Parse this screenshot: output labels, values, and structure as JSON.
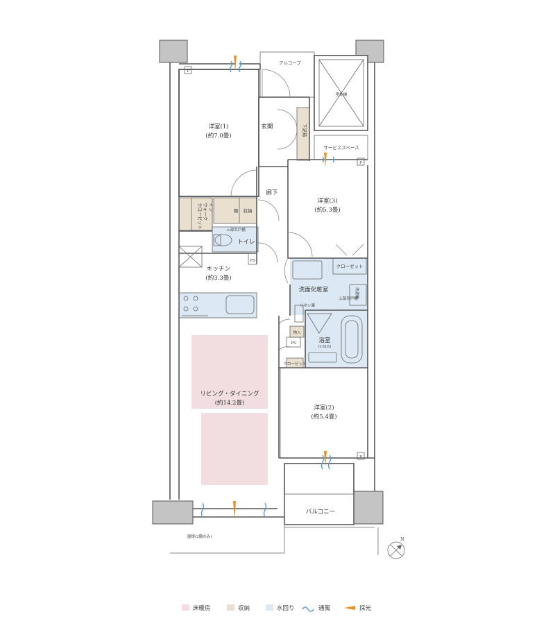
{
  "rooms": {
    "western_1": {
      "name": "洋室(1)",
      "size": "(約7.0畳)"
    },
    "western_2": {
      "name": "洋室(2)",
      "size": "(約5.4畳)"
    },
    "western_3": {
      "name": "洋室(3)",
      "size": "(約5.3畳)"
    },
    "kitchen": {
      "name": "キッチン",
      "size": "(約3.3畳)"
    },
    "living": {
      "name": "リビング・ダイニング",
      "size": "(約14.2畳)"
    },
    "entrance": "玄関",
    "corridor": "廊下",
    "toilet": "トイレ",
    "washroom": "洗面化粧室",
    "bathroom": {
      "name": "浴室",
      "size": "(1618)"
    },
    "alcove": "アルコーブ",
    "service_space": "サービススペース",
    "balcony": "バルコニー",
    "roof": "屋根(2階のみ)"
  },
  "labels": {
    "walkin_closet_1": "ウォーク",
    "walkin_closet_2": "イン",
    "walkin_closet_3": "クローゼット",
    "shelf": "棚",
    "storage": "収納",
    "upper_cabinet": "上部吊戸棚",
    "shoe_cabinet": "下足箱",
    "closet": "クローゼット",
    "closet_small": "クローゼット",
    "linen": "リネン庫",
    "washer": "洗濯機",
    "pantry": "物入",
    "ps": "PS",
    "p": "P",
    "outdoor_unit": "室外機",
    "compass_n": "N"
  },
  "legend": [
    {
      "label": "床暖房",
      "color": "#f2dde1",
      "kind": "swatch"
    },
    {
      "label": "収納",
      "color": "#e9e0d0",
      "kind": "swatch"
    },
    {
      "label": "水回り",
      "color": "#dce9f4",
      "kind": "swatch"
    },
    {
      "label": "通風",
      "color": "#5a9bd4",
      "kind": "wave"
    },
    {
      "label": "採光",
      "color": "#e8901e",
      "kind": "arrow"
    }
  ],
  "colors": {
    "floor_heating": "#f2dde1",
    "storage": "#e9e0d0",
    "water": "#dce9f4",
    "ventilation": "#5a9bd4",
    "daylight": "#e8901e",
    "column": "#c4c4c4"
  }
}
